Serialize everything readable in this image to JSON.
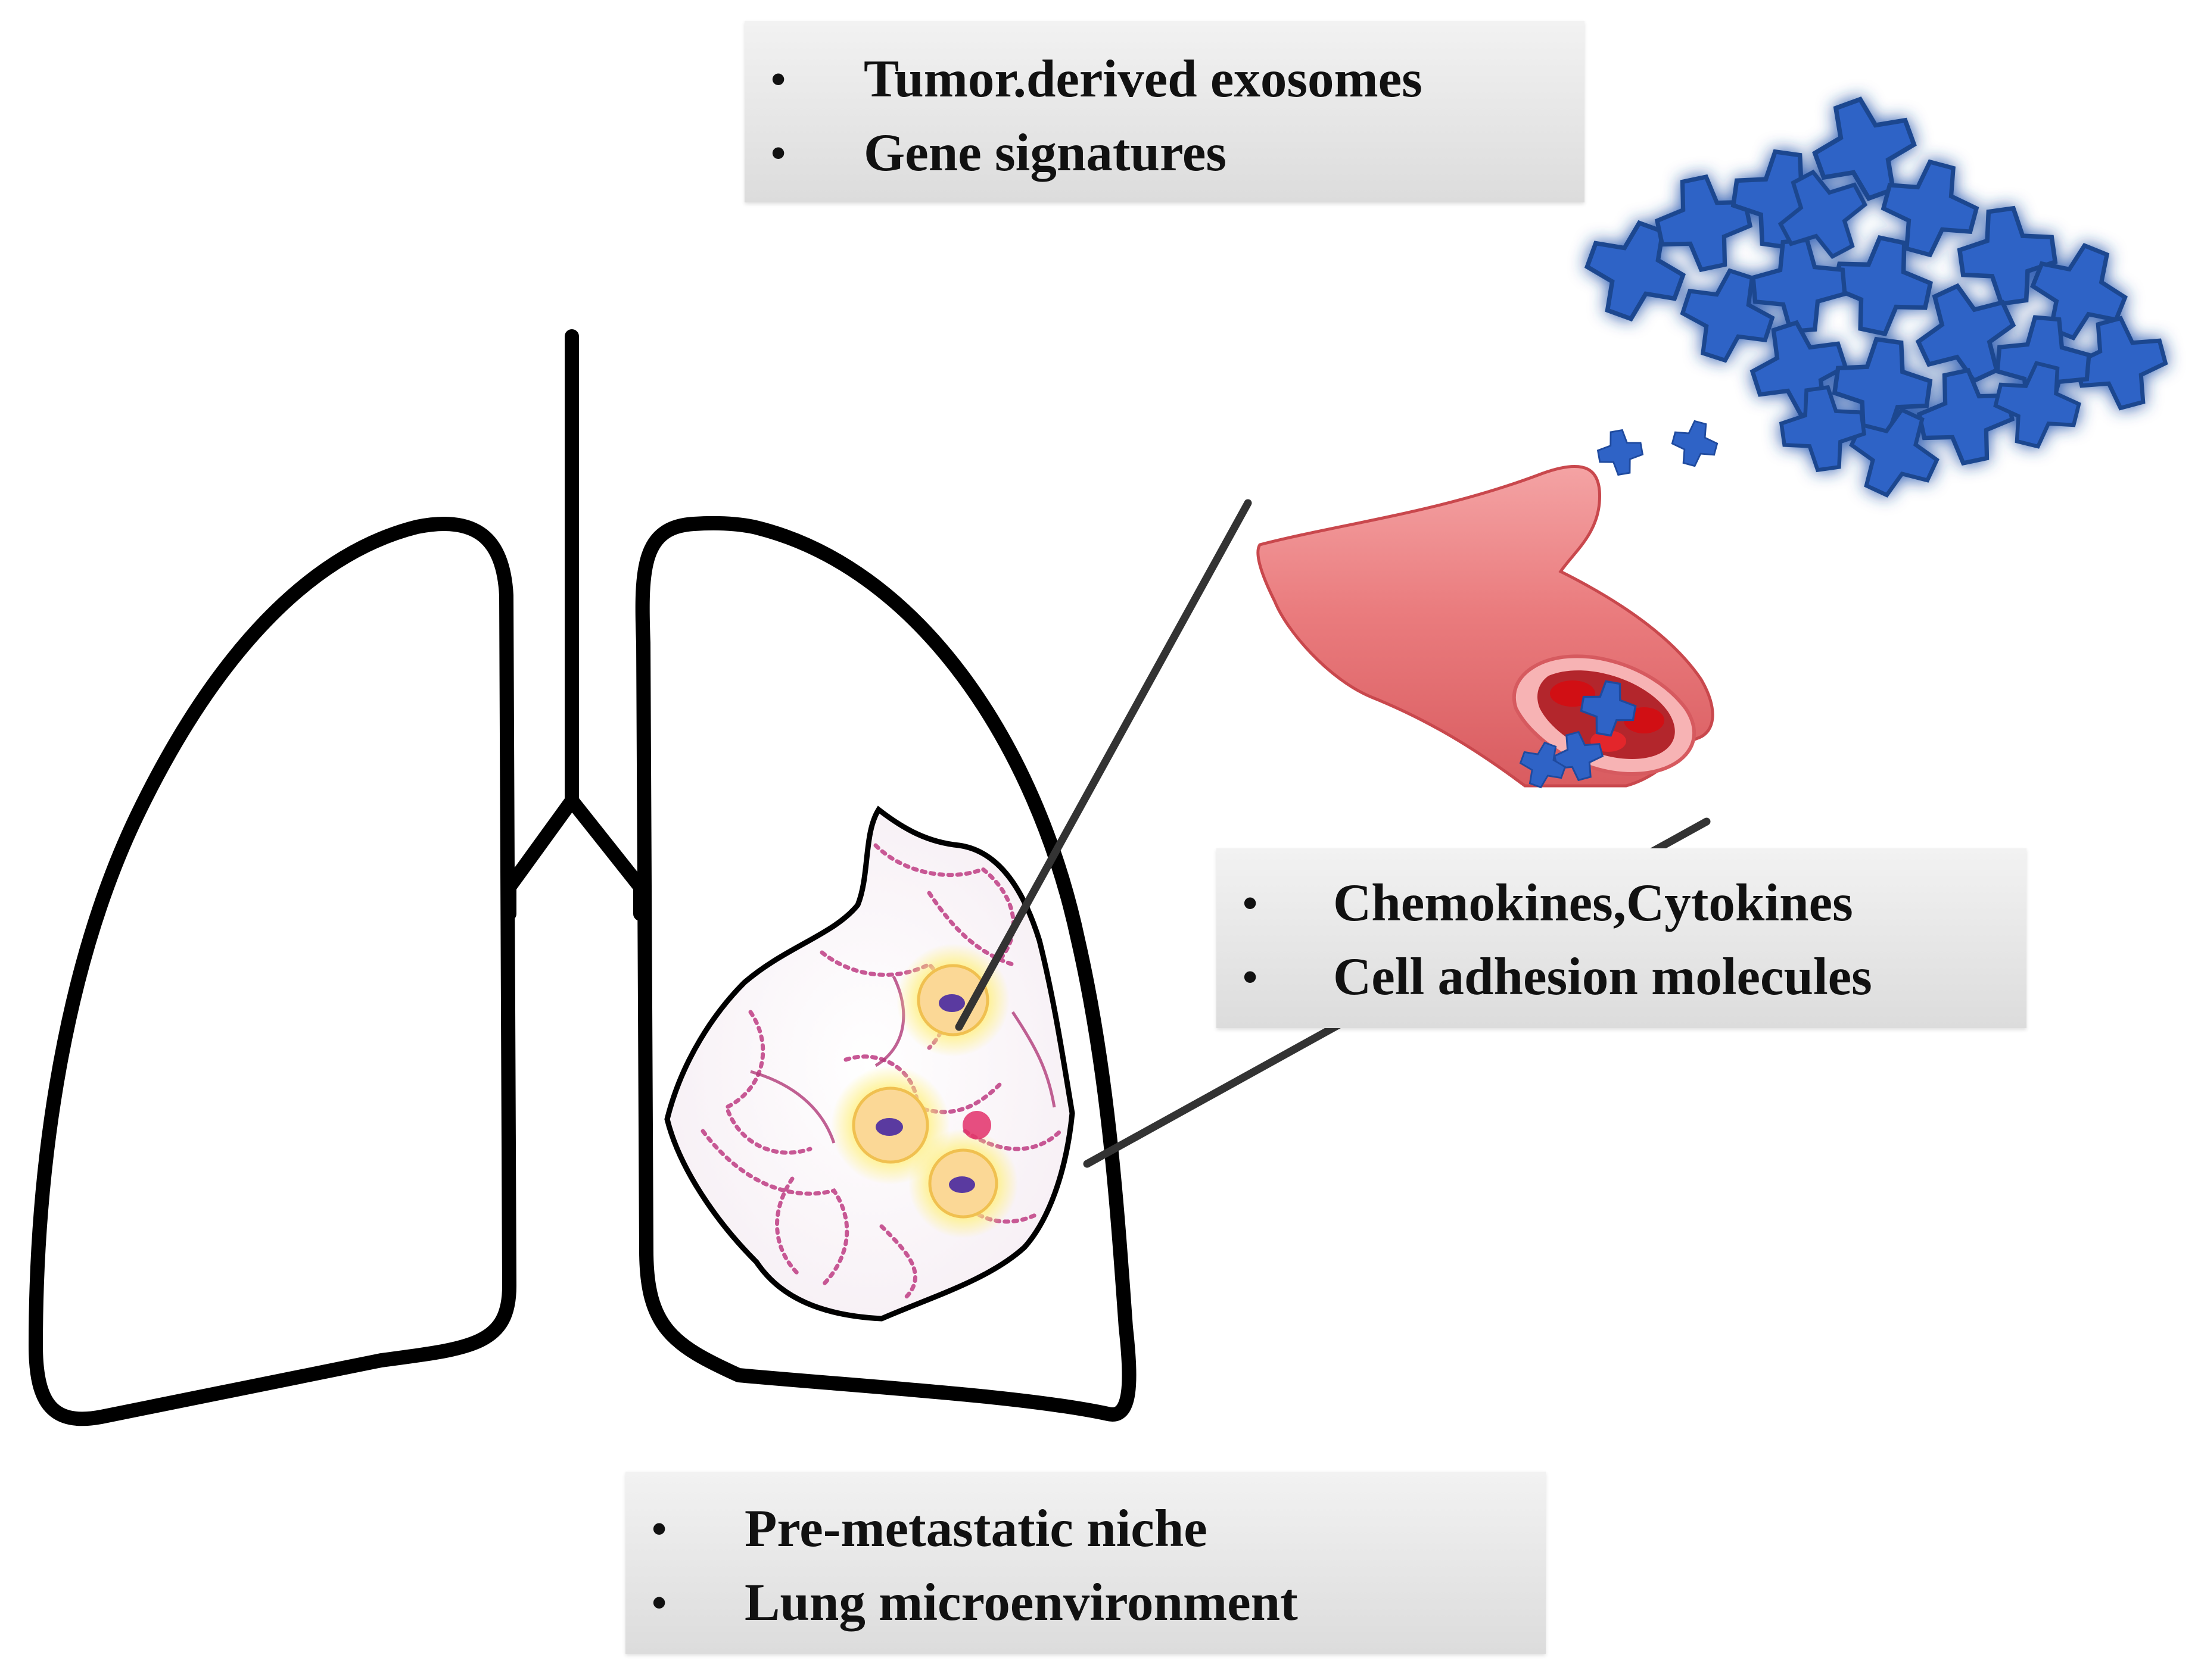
{
  "callouts": {
    "top": {
      "items": [
        "Tumor.derived exosomes",
        "Gene signatures"
      ]
    },
    "right": {
      "items": [
        "Chemokines,Cytokines",
        "Cell adhesion molecules"
      ]
    },
    "bottom": {
      "items": [
        "Pre-metastatic niche",
        "Lung microenvironment"
      ]
    }
  },
  "bullet_glyph": "•",
  "colors": {
    "outline": "#000000",
    "connector": "#333333",
    "exosome": "#2f63c6",
    "vessel": "#e8777a",
    "blood_cell": "#d10f14",
    "cell_glow": "#fff07a",
    "tissue_stain": "#c2478a"
  }
}
